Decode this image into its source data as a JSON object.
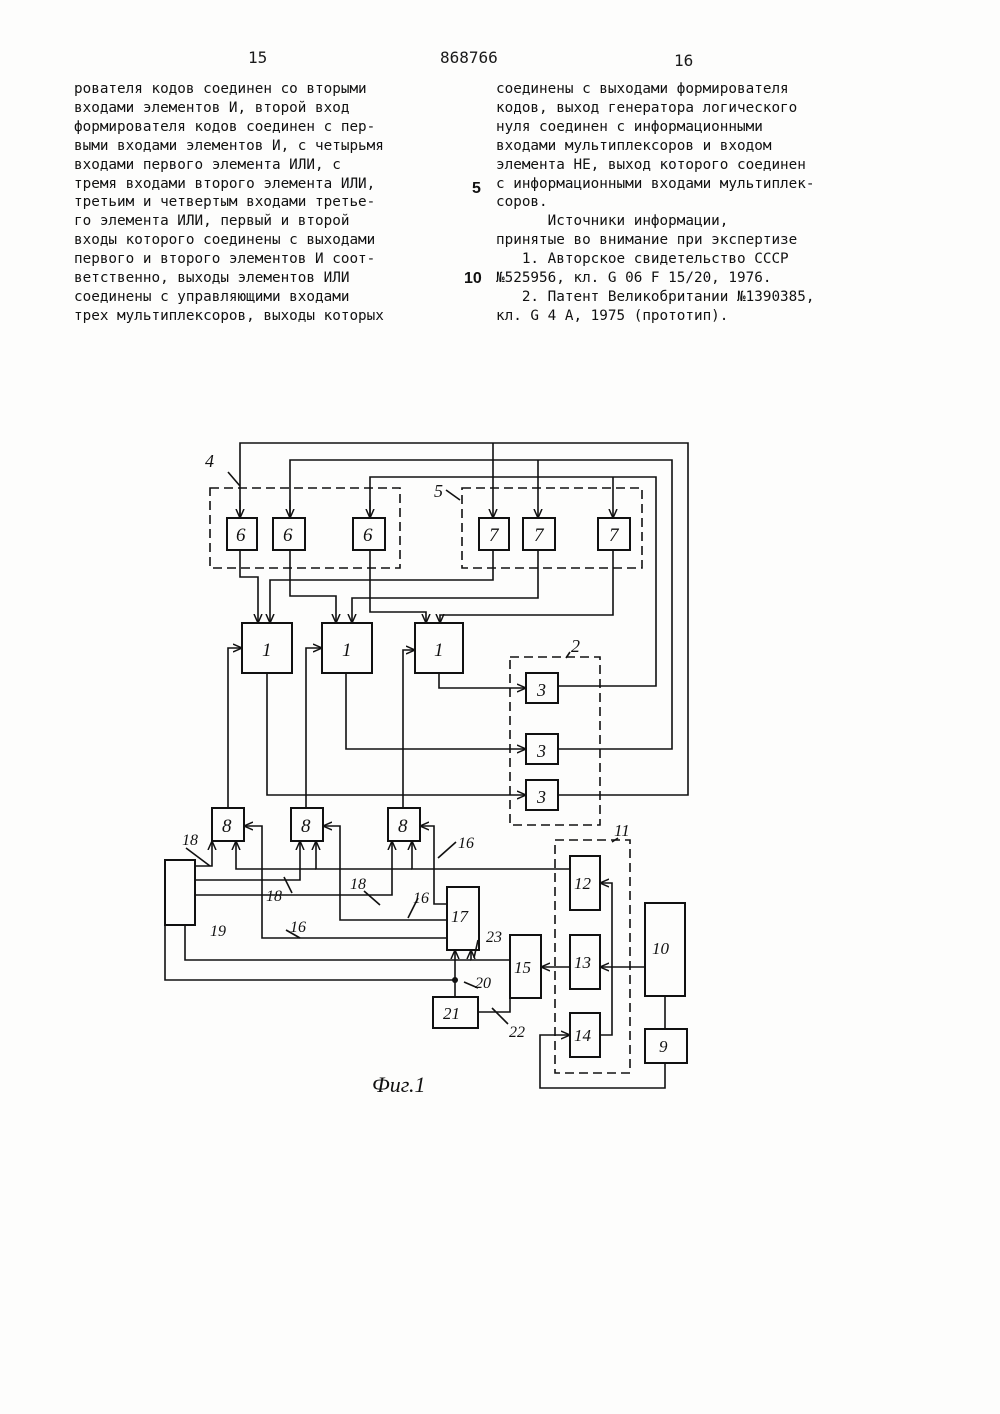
{
  "header": {
    "page_left": "15",
    "patent_number": "868766",
    "page_right": "16"
  },
  "left_column": [
    "рователя кодов соединен со вторыми",
    "входами элементов И, второй вход",
    "формирователя кодов соединен с пер-",
    "выми входами элементов И, с четырьмя",
    "входами первого элемента ИЛИ, с",
    "тремя входами второго элемента ИЛИ,",
    "третьим и четвертым входами третье-",
    "го элемента ИЛИ, первый и второй",
    "входы которого соединены с выходами",
    "первого и второго элементов И соот-",
    "ветственно, выходы элементов ИЛИ",
    "соединены с управляющими входами",
    "трех мультиплексоров, выходы которых"
  ],
  "right_column": [
    "соединены с выходами формирователя",
    "кодов, выход генератора логического",
    "нуля соединен с информационными",
    "входами мультиплексоров и входом",
    "элемента НЕ, выход которого соединен",
    "с информационными входами мультиплек-",
    "соров.",
    "      Источники информации,",
    "принятые во внимание при экспертизе",
    "   1. Авторское свидетельство СССР",
    "№525956, кл. G 06 F 15/20, 1976.",
    "   2. Патент Великобритании №1390385,",
    "кл. G 4 A, 1975 (прототип)."
  ],
  "line_numbers": {
    "five": "5",
    "ten": "10"
  },
  "figure": {
    "caption": "Фиг.1",
    "labels": {
      "b1": "1",
      "b2": "2",
      "b3": "3",
      "b4": "4",
      "b5": "5",
      "b6": "6",
      "b7": "7",
      "b8": "8",
      "b9": "9",
      "b10": "10",
      "b11": "11",
      "b12": "12",
      "b13": "13",
      "b14": "14",
      "b15": "15",
      "b16": "16",
      "b17": "17",
      "b18": "18",
      "b19": "19",
      "b20": "20",
      "b21": "21",
      "b22": "22",
      "b23": "23"
    }
  }
}
